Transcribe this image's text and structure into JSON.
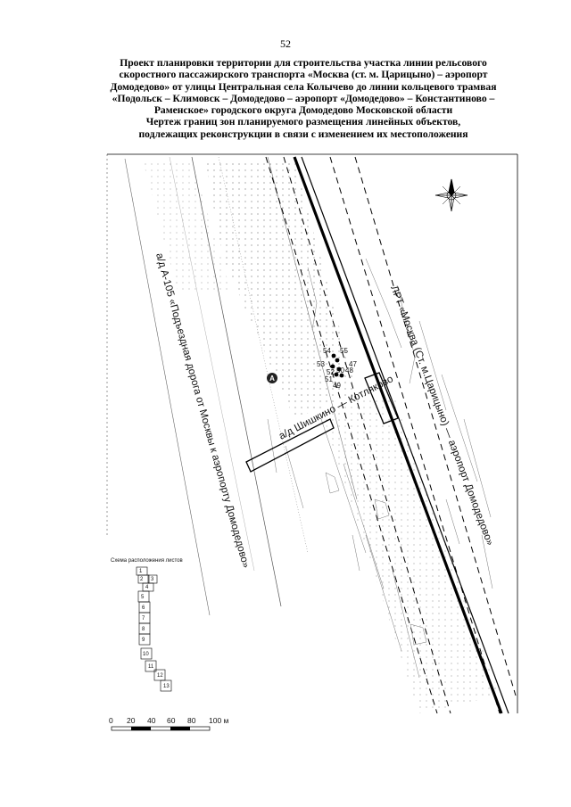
{
  "page_number": "52",
  "title_lines": [
    "Проект планировки территории для строительства участка линии рельсового",
    "скоростного пассажирского транспорта «Москва (ст. м. Царицыно) – аэропорт",
    "Домодедово» от улицы Центральная села Колычево до линии кольцевого трамвая",
    "«Подольск – Климовск – Домодедово – аэропорт «Домодедово» – Константиново –",
    "Раменское» городского округа Домодедово Московской области",
    "Чертеж границ зон планируемого размещения линейных объектов,",
    "подлежащих реконструкции в связи с изменением их местоположения"
  ],
  "map": {
    "road_a105_label": "а/д А-105 «Подъездная дорога от Москвы к аэропорту Домодедово»",
    "road_shishkino_label": "а/д Шишкино — Котляково",
    "railway_label": "ЛРТ «Москва (Ст. м.Царицыно) — аэропорт Домодедово»",
    "marker_label": "A",
    "point_labels": [
      "54",
      "55",
      "53",
      "47",
      "50",
      "48",
      "52",
      "51",
      "49"
    ],
    "north_arrow_icon": "compass-rose-icon"
  },
  "sheet_scheme": {
    "title": "Схема расположения листов",
    "sheets": [
      "1",
      "2",
      "3",
      "4",
      "5",
      "6",
      "7",
      "8",
      "9",
      "10",
      "11",
      "12",
      "13"
    ]
  },
  "scale_bar": {
    "ticks": [
      "0",
      "20",
      "40",
      "60",
      "80",
      "100 м"
    ]
  }
}
